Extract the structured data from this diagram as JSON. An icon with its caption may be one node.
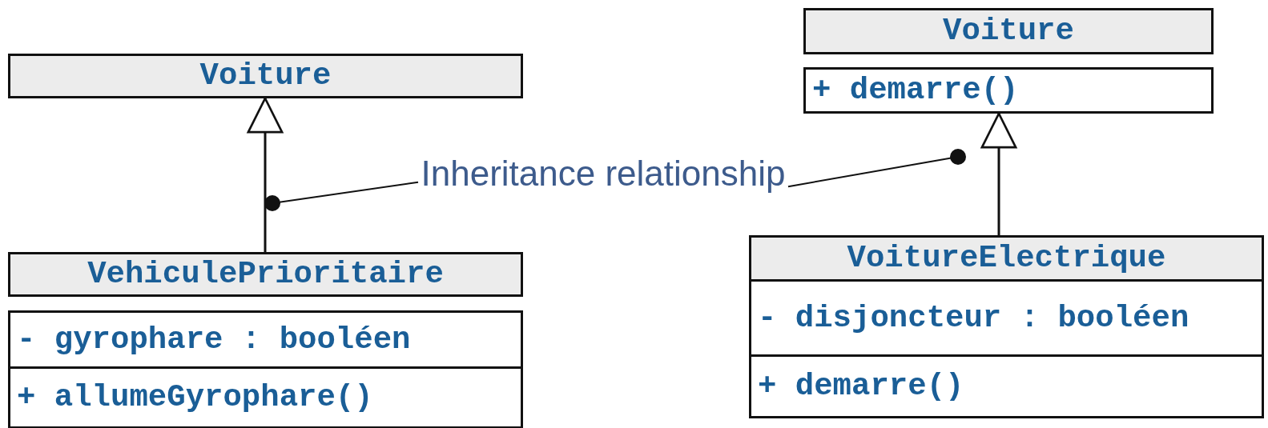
{
  "diagram": {
    "nodes": [
      {
        "text": [
          "Voiture"
        ]
      },
      {
        "text": [
          "VehiculePrioritaire",
          "- gyrophare : booléen",
          "+ allumeGyrophare()"
        ]
      },
      {
        "text": [
          "Voiture",
          "+ demarre()"
        ]
      },
      {
        "text": [
          "VoitureElectrique",
          "- disjoncteur : booléen",
          "+ demarre()"
        ]
      },
      {
        "text": [
          "Inheritance relationship"
        ]
      }
    ],
    "edges": [
      {
        "from": 1,
        "to": 0,
        "arrow": "to"
      },
      {
        "from": 3,
        "to": 2,
        "arrow": "to"
      },
      {
        "from": 4,
        "to": null,
        "arrow": "other"
      },
      {
        "from": 4,
        "to": null,
        "arrow": "other"
      }
    ]
  }
}
